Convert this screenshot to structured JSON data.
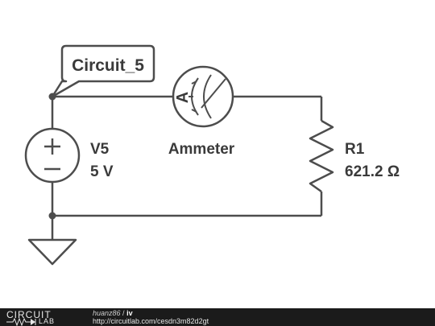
{
  "circuit": {
    "node_label": "Circuit_5",
    "source_name": "V5",
    "source_value": "5 V",
    "ammeter_name": "Ammeter",
    "ammeter_symbol": "A",
    "resistor_name": "R1",
    "resistor_value": "621.2 Ω"
  },
  "footer": {
    "logo_top": "CIRCUIT",
    "logo_bottom": "LAB",
    "author": "huanz86",
    "separator": " / ",
    "title": "iv",
    "url": "http://circuitlab.com/cesdn3m82d2gt"
  },
  "colors": {
    "wire": "#4d4d4d",
    "footer_bg": "#1b1b1b"
  }
}
